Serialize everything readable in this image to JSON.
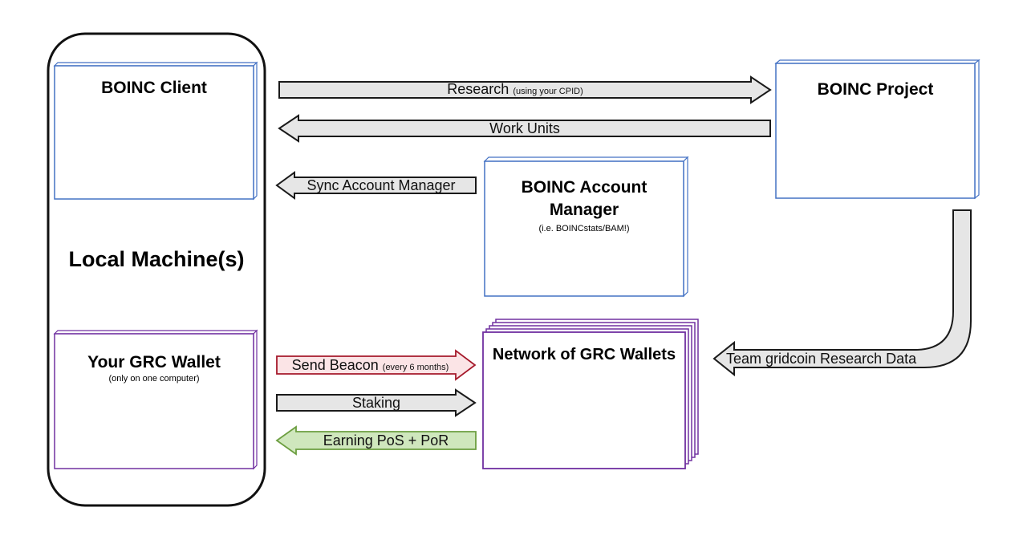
{
  "colors": {
    "blue_box": "#4472c4",
    "purple_box": "#7030a0",
    "gray_arrow_fill": "#e6e6e6",
    "red_arrow_stroke": "#a5192b",
    "red_arrow_fill": "#fbe4e6",
    "green_arrow_stroke": "#6c9e40",
    "green_arrow_fill": "#cfe7bd"
  },
  "local": {
    "title": "Local Machine(s)"
  },
  "boinc_client": {
    "title": "BOINC Client"
  },
  "grc_wallet": {
    "title": "Your GRC Wallet",
    "subtitle": "(only on one computer)"
  },
  "boinc_project": {
    "title": "BOINC Project"
  },
  "account_manager": {
    "title_line1": "BOINC Account",
    "title_line2": "Manager",
    "subtitle": "(i.e. BOINCstats/BAM!)"
  },
  "network": {
    "title": "Network of GRC Wallets"
  },
  "arrows": {
    "research": {
      "label": "Research",
      "note": "(using your CPID)"
    },
    "work_units": {
      "label": "Work Units"
    },
    "sync": {
      "label": "Sync Account Manager"
    },
    "team_data": {
      "label": "Team gridcoin Research Data"
    },
    "beacon": {
      "label": "Send Beacon",
      "note": "(every 6 months)"
    },
    "staking": {
      "label": "Staking"
    },
    "earning": {
      "label": "Earning PoS + PoR"
    }
  }
}
